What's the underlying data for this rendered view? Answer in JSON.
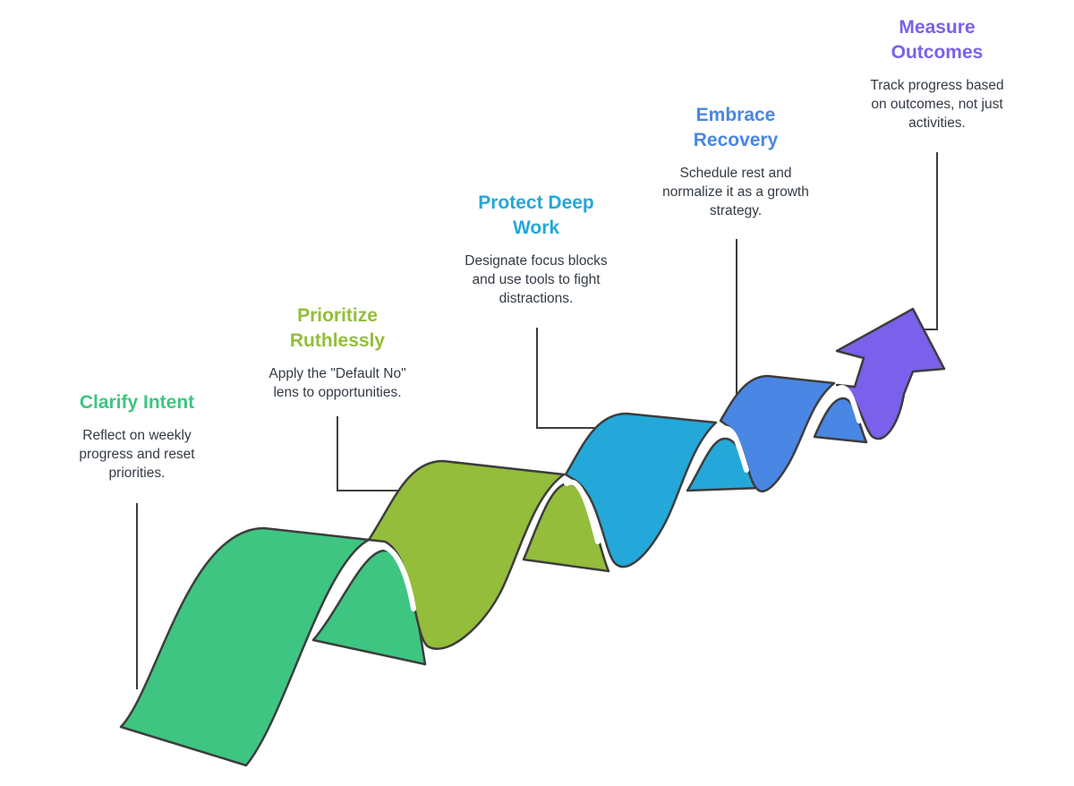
{
  "colors": {
    "step1": "#3ec581",
    "step2": "#93bd3a",
    "step3": "#23a8d9",
    "step4": "#4a86e4",
    "step5": "#7a60ea",
    "outline": "#3d3d3d"
  },
  "steps": [
    {
      "title_line1": "Clarify Intent",
      "title_line2": "",
      "desc_line1": "Reflect on weekly",
      "desc_line2": "progress and reset",
      "desc_line3": "priorities."
    },
    {
      "title_line1": "Prioritize",
      "title_line2": "Ruthlessly",
      "desc_line1": "Apply the \"Default No\"",
      "desc_line2": "lens to opportunities.",
      "desc_line3": ""
    },
    {
      "title_line1": "Protect Deep",
      "title_line2": "Work",
      "desc_line1": "Designate focus blocks",
      "desc_line2": "and use tools to fight",
      "desc_line3": "distractions."
    },
    {
      "title_line1": "Embrace",
      "title_line2": "Recovery",
      "desc_line1": "Schedule rest and",
      "desc_line2": "normalize it as a growth",
      "desc_line3": "strategy."
    },
    {
      "title_line1": "Measure",
      "title_line2": "Outcomes",
      "desc_line1": "Track progress based",
      "desc_line2": "on outcomes, not just",
      "desc_line3": "activities."
    }
  ]
}
